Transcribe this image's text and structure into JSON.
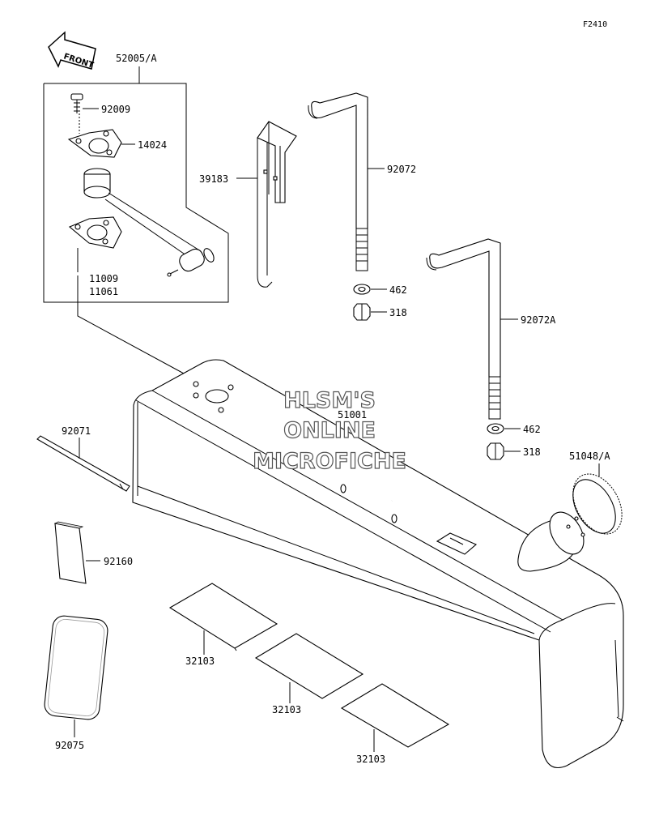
{
  "figure_id": "F2410",
  "front_label": "FRONT",
  "watermark": [
    "HLSM'S",
    "ONLINE",
    "MICROFICHE"
  ],
  "callouts": {
    "assy": "52005/A",
    "bolt": "92009",
    "gasket": "14024",
    "gauge_a": "11009",
    "gauge_b": "11061",
    "bracket": "39183",
    "band": "92072",
    "band_a": "92072A",
    "washer_1": "462",
    "nut_1": "318",
    "washer_2": "462",
    "nut_2": "318",
    "tank": "51001",
    "cap": "51048/A",
    "strap": "92071",
    "pad_small": "92160",
    "pad_round": "92075",
    "pad_1": "32103",
    "pad_2": "32103",
    "pad_3": "32103"
  }
}
